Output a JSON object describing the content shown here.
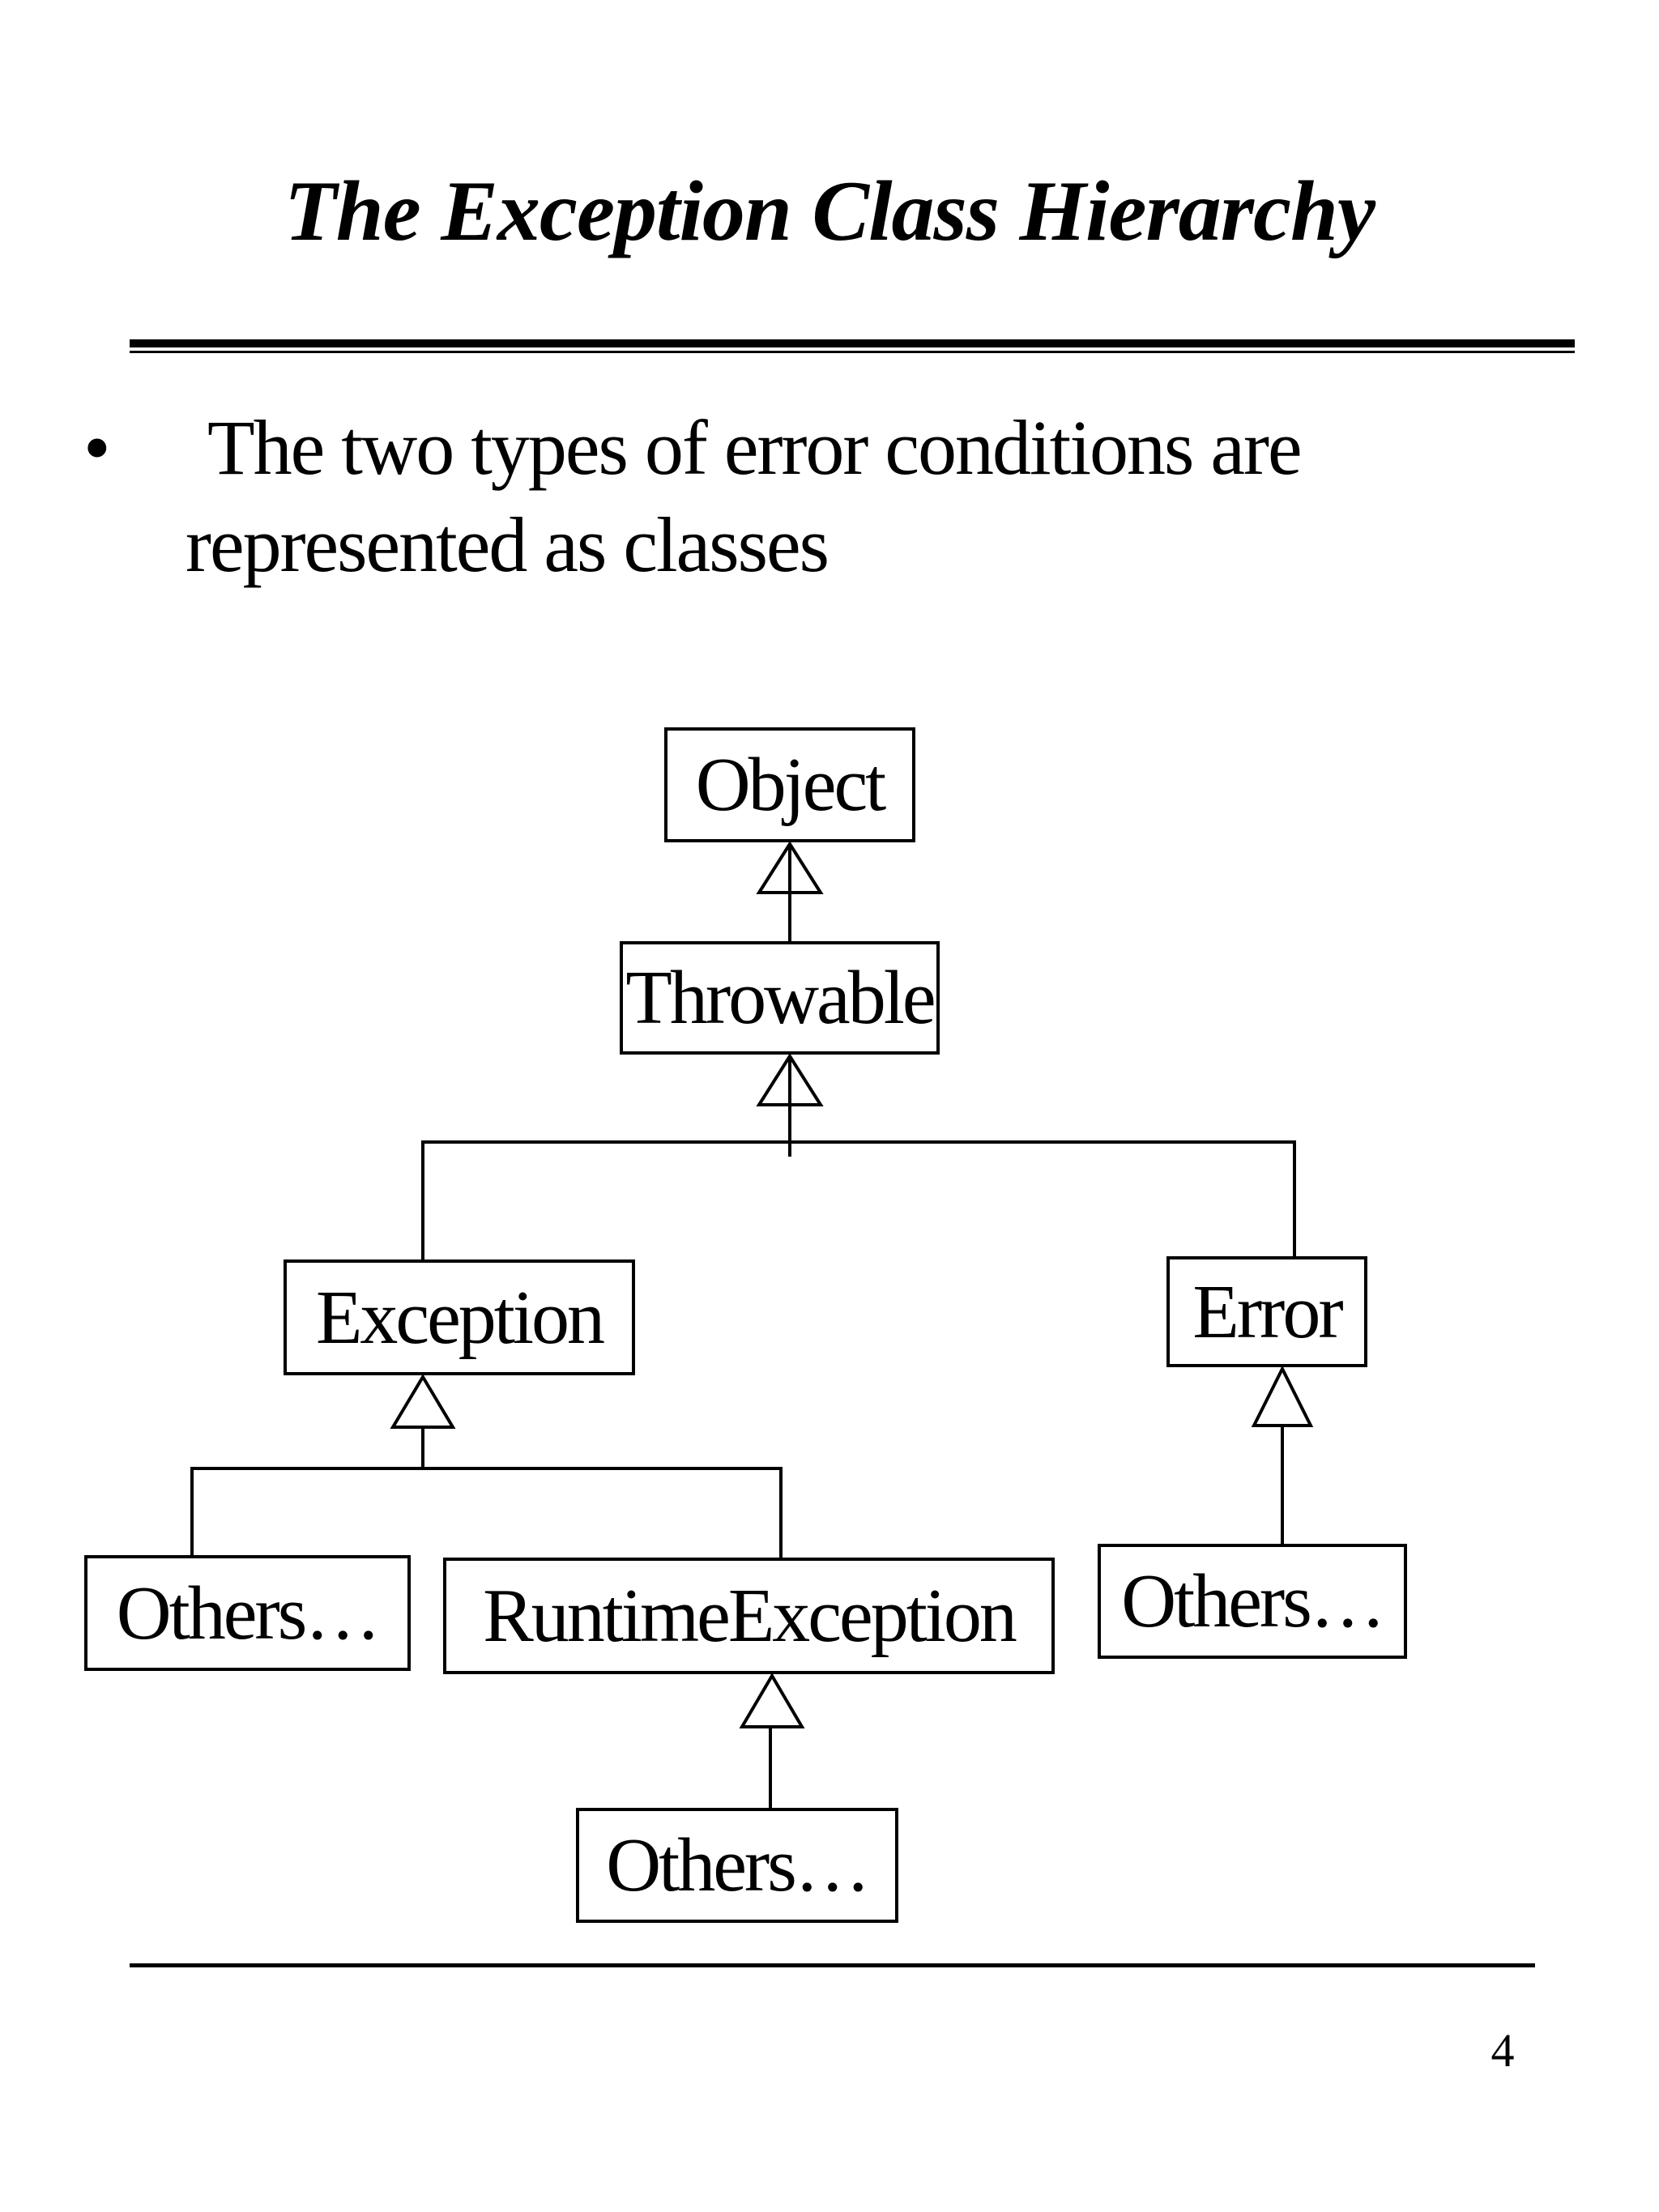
{
  "page": {
    "number": "4"
  },
  "title": "The Exception Class Hierarchy",
  "bullet": {
    "marker": "•",
    "text": "The two types of error conditions are represented as classes",
    "lines": [
      "The two types of error conditions are",
      "represented as classes"
    ]
  },
  "colors": {
    "ink": "#000000",
    "background": "#ffffff"
  },
  "diagram": {
    "type": "uml-class-inheritance-hierarchy",
    "arrow_style": "hollow-triangle-pointing-to-superclass",
    "nodes": {
      "object": {
        "label": "Object"
      },
      "throwable": {
        "label": "Throwable"
      },
      "exception": {
        "label": "Exception"
      },
      "error": {
        "label": "Error"
      },
      "others_exception": {
        "label": "Others…"
      },
      "runtime_exception": {
        "label": "RuntimeException"
      },
      "others_error": {
        "label": "Others…"
      },
      "others_runtime": {
        "label": "Others…"
      }
    },
    "edges": [
      {
        "child": "Throwable",
        "parent": "Object"
      },
      {
        "child": "Exception",
        "parent": "Throwable"
      },
      {
        "child": "Error",
        "parent": "Throwable"
      },
      {
        "child": "Others… (left)",
        "parent": "Exception"
      },
      {
        "child": "RuntimeException",
        "parent": "Exception"
      },
      {
        "child": "Others… (right)",
        "parent": "Error"
      },
      {
        "child": "Others… (bottom)",
        "parent": "RuntimeException"
      }
    ]
  }
}
